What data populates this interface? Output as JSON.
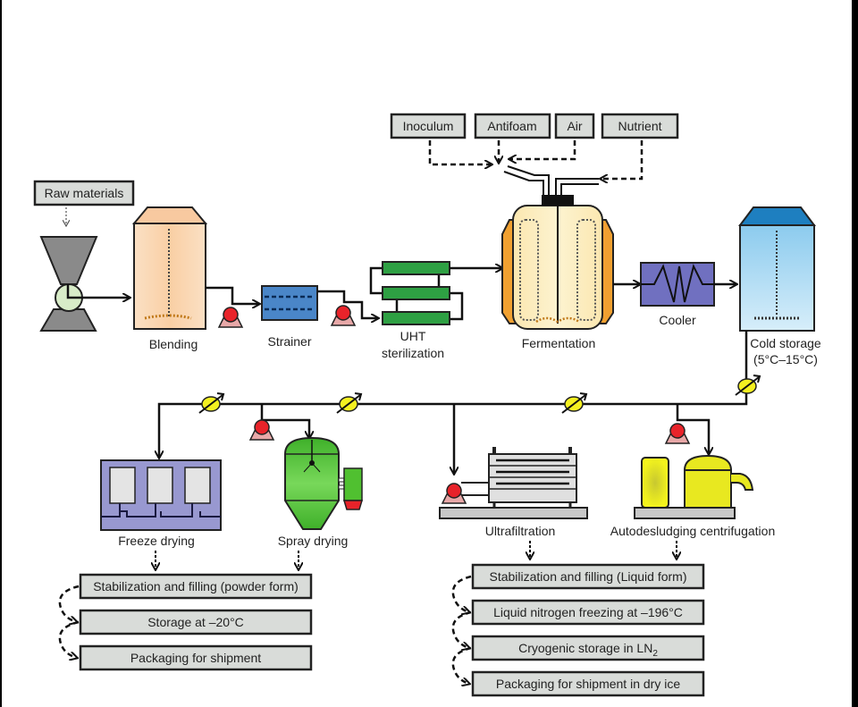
{
  "inputs": {
    "raw_materials": "Raw materials",
    "inoculum": "Inoculum",
    "antifoam": "Antifoam",
    "air": "Air",
    "nutrient": "Nutrient"
  },
  "equipment": {
    "blending": "Blending",
    "strainer": "Strainer",
    "uht_line1": "UHT",
    "uht_line2": "sterilization",
    "fermentation": "Fermentation",
    "cooler": "Cooler",
    "cold_storage_line1": "Cold storage",
    "cold_storage_line2": "(5°C–15°C)",
    "freeze_drying": "Freeze drying",
    "spray_drying": "Spray drying",
    "ultrafiltration": "Ultrafiltration",
    "centrifugation": "Autodesludging centrifugation"
  },
  "powder_steps": [
    "Stabilization and filling (powder form)",
    "Storage at –20°C",
    "Packaging for shipment"
  ],
  "liquid_steps": [
    "Stabilization and filling (Liquid form)",
    "Liquid nitrogen freezing at –196°C",
    "Cryogenic storage in LN",
    "Packaging for shipment in dry ice"
  ],
  "liquid_steps_subscript": "2",
  "colors": {
    "blending_tank": "#fbd9b8",
    "strainer": "#4a86c8",
    "uht": "#2ea043",
    "fermenter_jacket": "#f0a030",
    "fermenter_body": "#fbeab0",
    "cooler": "#7070c0",
    "cold_storage": "#a8d8f0",
    "pump": "#e8232a",
    "valve": "#f0f020",
    "freeze_dryer": "#9898d0",
    "spray_dryer": "#50c030",
    "centrifuge": "#e8e820"
  }
}
